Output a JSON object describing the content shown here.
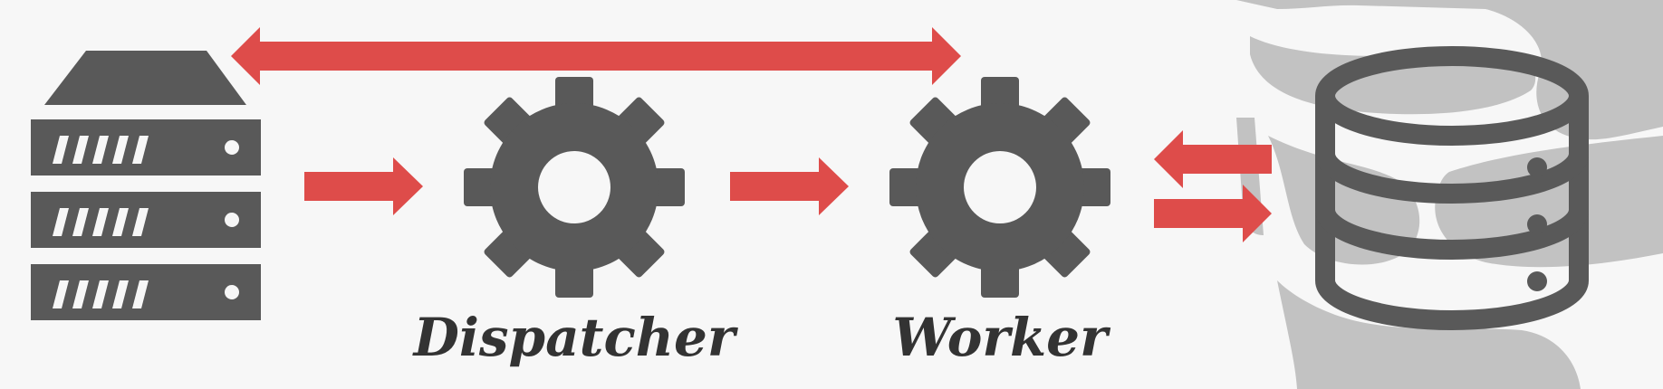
{
  "labels": {
    "dispatcher": "Dispatcher",
    "worker": "Worker"
  },
  "icons": {
    "client": "server-rack-icon",
    "dispatcher": "gear-icon",
    "worker": "gear-icon",
    "storage": "database-icon",
    "background": "postgresql-elephant-logo"
  },
  "colors": {
    "arrow": "#de4c4a",
    "icon": "#595959",
    "logo": "#c2c2c2",
    "background": "#f7f7f7",
    "label": "#333333"
  }
}
